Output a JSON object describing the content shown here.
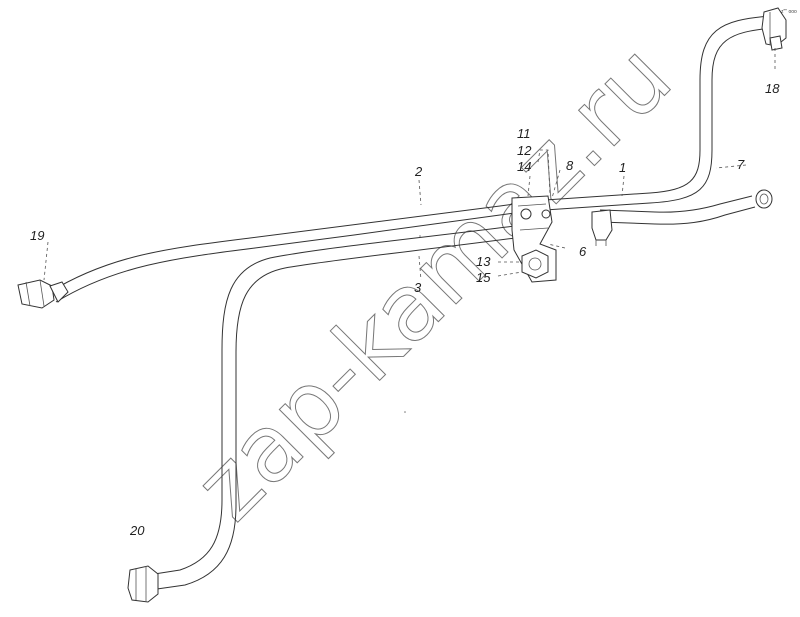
{
  "diagram": {
    "labels": {
      "p1": "1",
      "p2": "2",
      "p3": "3",
      "p6": "6",
      "p7": "7",
      "p8": "8",
      "p11": "11",
      "p12": "12",
      "p13": "13",
      "p14": "14",
      "p15": "15",
      "p18": "18",
      "p19": "19",
      "p20": "20"
    },
    "watermark": "zap-kamaz.ru",
    "corner_mark": "z\"\" ooo"
  }
}
